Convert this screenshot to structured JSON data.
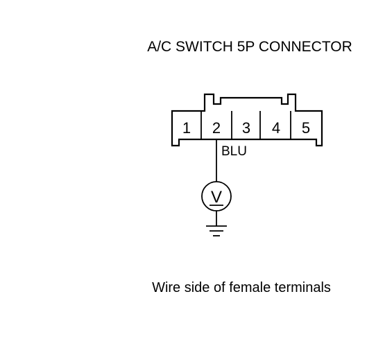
{
  "title": "A/C SWITCH 5P CONNECTOR",
  "connector": {
    "terminals": [
      "1",
      "2",
      "3",
      "4",
      "5"
    ],
    "probed_terminal": "2"
  },
  "wire_color": "BLU",
  "meter_symbol": "V",
  "caption": "Wire side of female terminals"
}
